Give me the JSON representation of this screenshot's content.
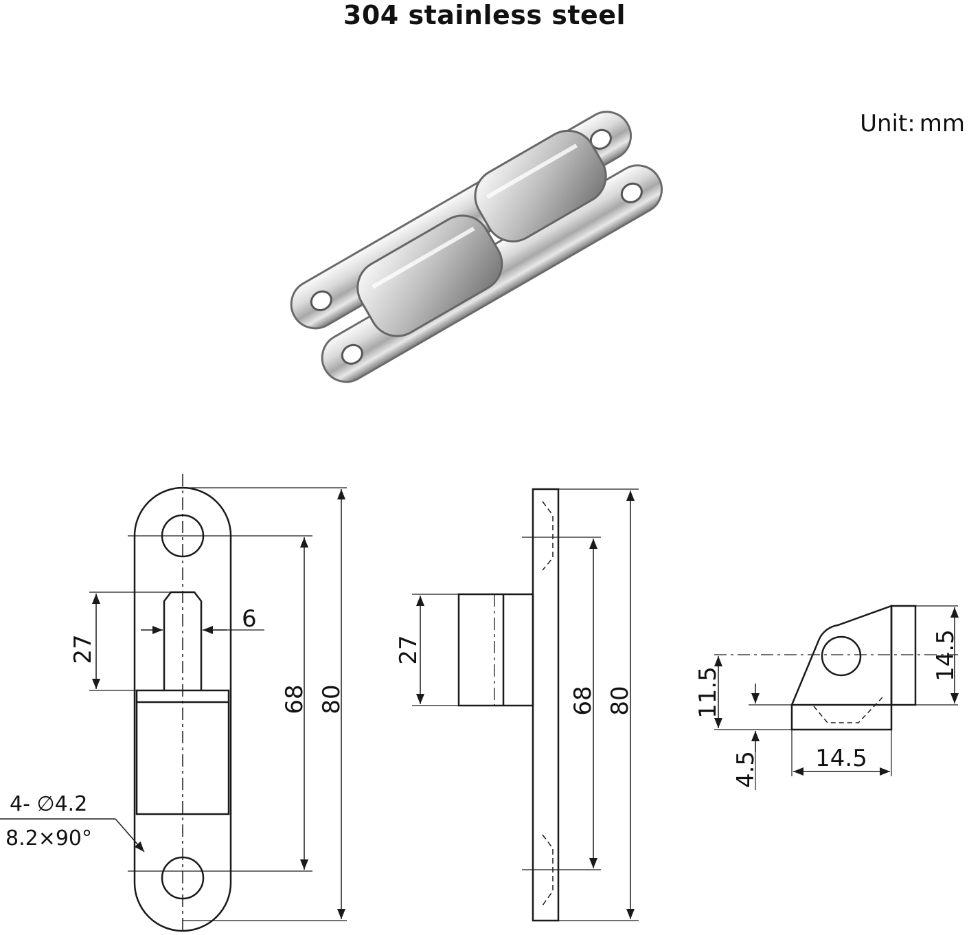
{
  "title": "304 stainless steel",
  "unit": {
    "label": "Unit:",
    "value": "mm"
  },
  "photo": {
    "subject": "stainless steel hinge photo",
    "icon": "hinge-photo"
  },
  "front_view": {
    "dim_pin_length": "27",
    "dim_pin_width": "6",
    "dim_hole_spacing": "68",
    "dim_total_length": "80",
    "hole_note_line1": "4- ∅4.2",
    "hole_note_line2": "8.2×90°"
  },
  "side_view": {
    "dim_pin_length": "27",
    "dim_hole_spacing": "68",
    "dim_total_length": "80"
  },
  "end_view": {
    "dim_hole_height": "11.5",
    "dim_base_thickness": "4.5",
    "dim_width": "14.5",
    "dim_height": "14.5"
  },
  "colors": {
    "line": "#1a1a1a",
    "steel_light": "#f2f2f2",
    "steel_dark": "#8c8c8c"
  }
}
